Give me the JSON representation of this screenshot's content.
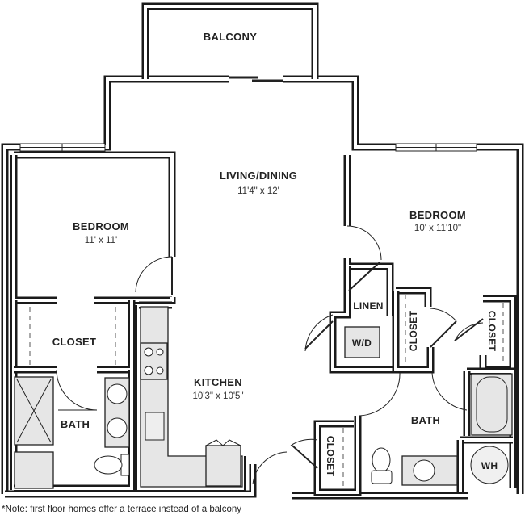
{
  "rooms": {
    "balcony": {
      "name": "BALCONY"
    },
    "living": {
      "name": "LIVING/DINING",
      "size": "11'4\" x 12'"
    },
    "bedroom_left": {
      "name": "BEDROOM",
      "size": "11' x 11'"
    },
    "bedroom_right": {
      "name": "BEDROOM",
      "size": "10' x 11'10\""
    },
    "closet_left": {
      "name": "CLOSET"
    },
    "bath_left": {
      "name": "BATH"
    },
    "kitchen": {
      "name": "KITCHEN",
      "size": "10'3\" x 10'5\""
    },
    "linen": {
      "name": "LINEN"
    },
    "wd": {
      "name": "W/D"
    },
    "closet_mid": {
      "name": "CLOSET"
    },
    "closet_right": {
      "name": "CLOSET"
    },
    "bath_right": {
      "name": "BATH"
    },
    "closet_bottom": {
      "name": "CLOSET"
    },
    "wh": {
      "name": "WH"
    }
  },
  "note": "*Note: first floor homes offer a terrace instead of a balcony"
}
